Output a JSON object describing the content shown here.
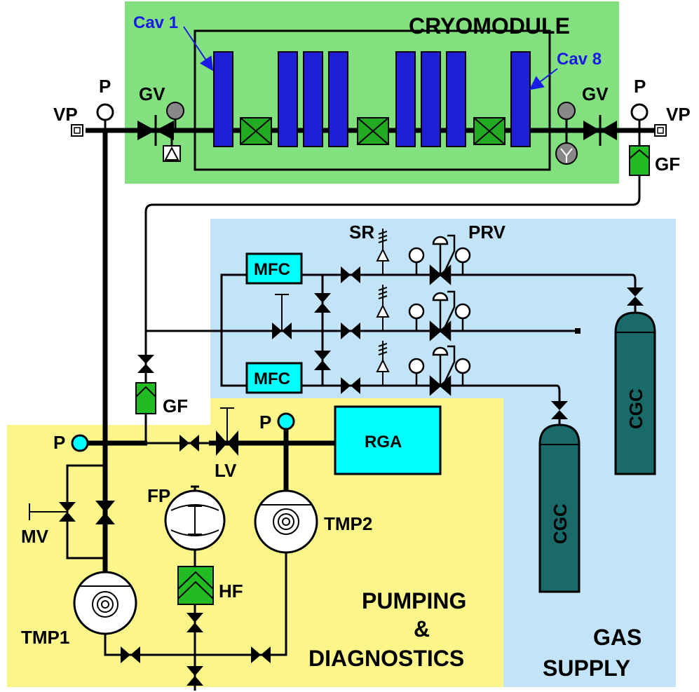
{
  "colors": {
    "cryomodule_bg": "#82e07e",
    "pumping_bg": "#fbf58a",
    "gas_bg": "#c3e3f8",
    "cavity": "#1f1fd6",
    "cyan": "#00ffff",
    "cylinder": "#1b6a6a",
    "filter_green": "#22bb22",
    "gauge_grey": "#888888"
  },
  "sections": {
    "cryomodule": "CRYOMODULE",
    "pumping_line1": "PUMPING",
    "pumping_line2": "&",
    "pumping_line3": "DIAGNOSTICS",
    "gas_line1": "GAS",
    "gas_line2": "SUPPLY"
  },
  "cavities": {
    "first": "Cav 1",
    "last": "Cav 8"
  },
  "labels": {
    "vp_left": "VP",
    "vp_right": "VP",
    "p_top_left": "P",
    "p_top_right": "P",
    "gv_left": "GV",
    "gv_right": "GV",
    "gf_top": "GF",
    "gf_mid": "GF",
    "sr": "SR",
    "prv": "PRV",
    "mfc_top": "MFC",
    "mfc_bottom": "MFC",
    "p_left": "P",
    "p_rga": "P",
    "lv": "LV",
    "rga": "RGA",
    "fp": "FP",
    "mv": "MV",
    "tmp1": "TMP1",
    "tmp2": "TMP2",
    "hf": "HF",
    "cgc_left": "CGC",
    "cgc_right": "CGC"
  }
}
